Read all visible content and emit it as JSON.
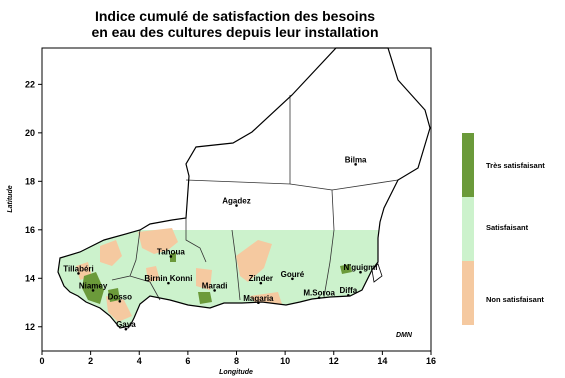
{
  "title": {
    "line1": "Indice cumulé de satisfaction des besoins",
    "line2": "en eau des cultures depuis leur installation"
  },
  "axes": {
    "xlabel": "Longitude",
    "ylabel": "Latitude",
    "x_ticks": [
      "0",
      "2",
      "4",
      "6",
      "8",
      "10",
      "12",
      "14",
      "16"
    ],
    "y_ticks": [
      "12",
      "14",
      "16",
      "18",
      "20",
      "22"
    ],
    "xlim": [
      0,
      16
    ],
    "ylim": [
      11,
      23.5
    ]
  },
  "cities": [
    {
      "name": "Bilma",
      "lon": 12.9,
      "lat": 18.7
    },
    {
      "name": "Agadez",
      "lon": 8.0,
      "lat": 17.0
    },
    {
      "name": "Tahoua",
      "lon": 5.3,
      "lat": 14.9
    },
    {
      "name": "Tillabéri",
      "lon": 1.5,
      "lat": 14.2
    },
    {
      "name": "Birnin Konni",
      "lon": 5.2,
      "lat": 13.8
    },
    {
      "name": "Niamey",
      "lon": 2.1,
      "lat": 13.5
    },
    {
      "name": "Dosso",
      "lon": 3.2,
      "lat": 13.05
    },
    {
      "name": "Maradi",
      "lon": 7.1,
      "lat": 13.5
    },
    {
      "name": "Zinder",
      "lon": 9.0,
      "lat": 13.8
    },
    {
      "name": "Gouré",
      "lon": 10.3,
      "lat": 13.98
    },
    {
      "name": "N'guigmi",
      "lon": 13.1,
      "lat": 14.25
    },
    {
      "name": "Magaria",
      "lon": 8.9,
      "lat": 12.99
    },
    {
      "name": "M.Soroa",
      "lon": 11.4,
      "lat": 13.2
    },
    {
      "name": "Diffa",
      "lon": 12.6,
      "lat": 13.3
    },
    {
      "name": "Gaya",
      "lon": 3.45,
      "lat": 11.9
    }
  ],
  "legend": {
    "items": [
      {
        "label": "Très satisfaisant",
        "color": "#6b9a3a"
      },
      {
        "label": "Satisfaisant",
        "color": "#ccf2cc"
      },
      {
        "label": "Non satisfaisant",
        "color": "#f5c9a0"
      }
    ]
  },
  "credit": "DMN"
}
